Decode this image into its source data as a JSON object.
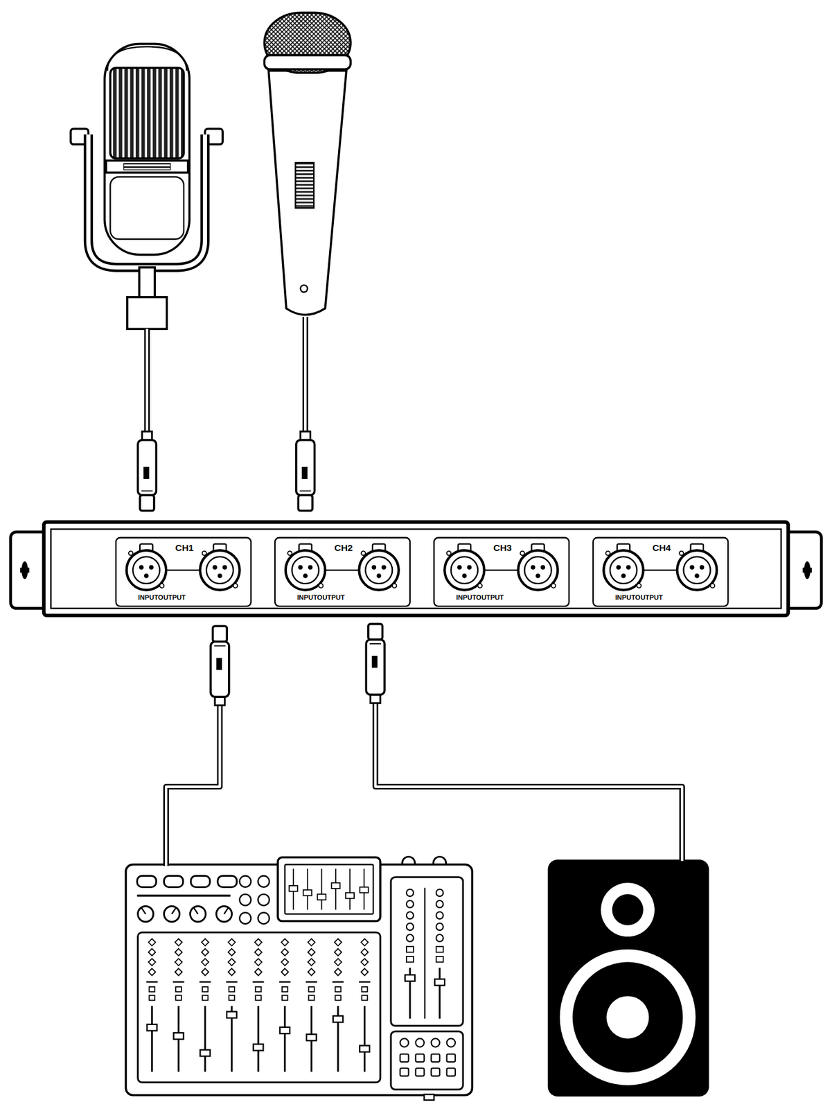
{
  "diagram": {
    "nodes": [
      {
        "text": [
          "CH1",
          "INPUTOUTPUT"
        ]
      },
      {
        "text": [
          "CH2",
          "INPUTOUTPUT"
        ]
      },
      {
        "text": [
          "CH3",
          "INPUTOUTPUT"
        ]
      },
      {
        "text": [
          "CH4",
          "INPUTOUTPUT"
        ]
      }
    ]
  }
}
